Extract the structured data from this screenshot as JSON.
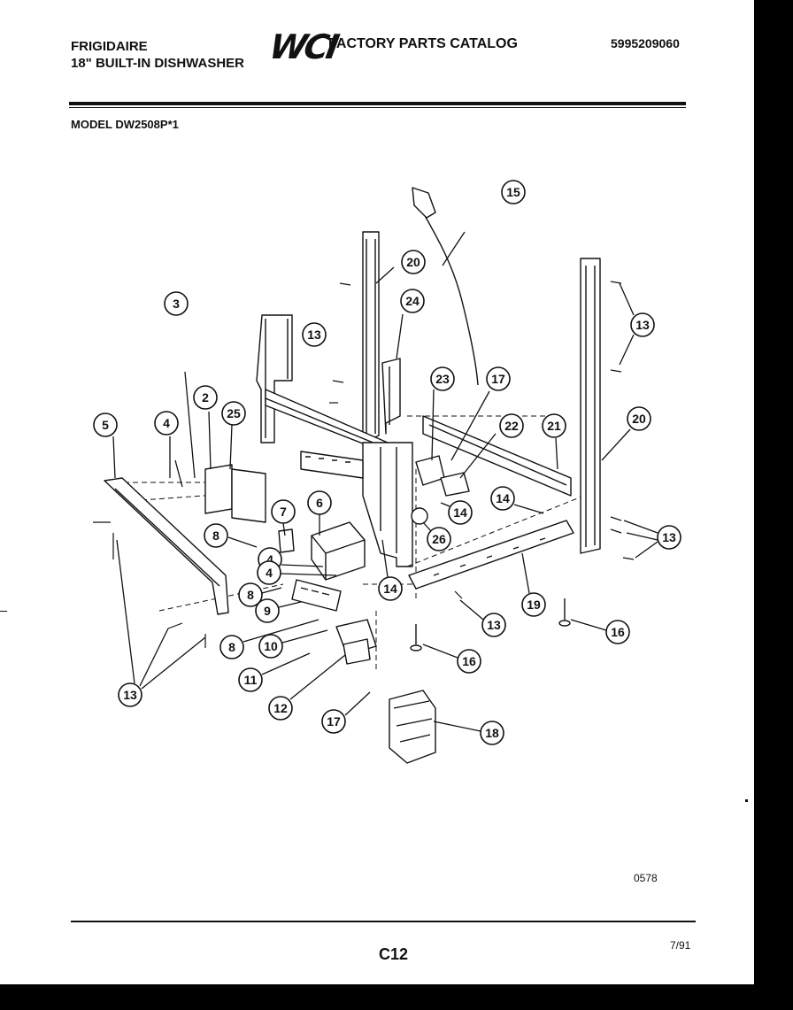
{
  "header": {
    "brand": "FRIGIDAIRE",
    "product": "18\" BUILT-IN DISHWASHER",
    "logo_text": "WCI",
    "catalog_title": "FACTORY PARTS CATALOG",
    "part_number": "5995209060"
  },
  "model_label": "MODEL DW2508P*1",
  "diagram": {
    "callouts": [
      "15",
      "20",
      "3",
      "13",
      "24",
      "2",
      "5",
      "4",
      "25",
      "23",
      "17",
      "22",
      "21",
      "20",
      "7",
      "6",
      "8",
      "4",
      "14",
      "13",
      "26",
      "14",
      "8",
      "9",
      "14",
      "13",
      "19",
      "16",
      "8",
      "10",
      "16",
      "11",
      "13",
      "12",
      "17",
      "18",
      "13",
      "4"
    ]
  },
  "footer": {
    "drawing_code": "0578",
    "page_code": "C12",
    "date": "7/91"
  },
  "colors": {
    "ink": "#111111",
    "paper": "#ffffff",
    "border": "#000000"
  }
}
